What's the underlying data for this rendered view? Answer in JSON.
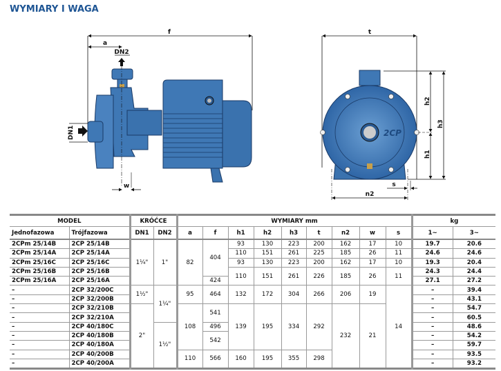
{
  "title": "WYMIARY I WAGA",
  "drawing": {
    "side_view_labels": {
      "f": "f",
      "a": "a",
      "dn2": "DN2",
      "dn1": "DN1",
      "w": "w"
    },
    "front_view_labels": {
      "t": "t",
      "h2": "h2",
      "h3": "h3",
      "h1": "h1",
      "s": "s",
      "n2": "n2",
      "logo": "2CP"
    },
    "colors": {
      "pump_blue": "#3f78b5",
      "pump_dark": "#2a5a92",
      "brass": "#c8a04a"
    }
  },
  "table": {
    "group_headers": {
      "model": "MODEL",
      "krocce": "KRÓĆCE",
      "wymiary": "WYMIARY mm",
      "kg": "kg"
    },
    "columns": [
      "Jednofazowa",
      "Trójfazowa",
      "DN1",
      "DN2",
      "a",
      "f",
      "h1",
      "h2",
      "h3",
      "t",
      "n2",
      "w",
      "s",
      "1~",
      "3~"
    ],
    "jednofazowa": [
      "2CPm 25/14B",
      "2CPm 25/14A",
      "2CPm 25/16C",
      "2CPm 25/16B",
      "2CPm 25/16A",
      "–",
      "–",
      "–",
      "–",
      "–",
      "–",
      "–",
      "–",
      "–"
    ],
    "trojfazowa": [
      "2CP 25/14B",
      "2CP 25/14A",
      "2CP 25/16C",
      "2CP 25/16B",
      "2CP 25/16A",
      "2CP 32/200C",
      "2CP 32/200B",
      "2CP 32/210B",
      "2CP 32/210A",
      "2CP 40/180C",
      "2CP 40/180B",
      "2CP 40/180A",
      "2CP 40/200B",
      "2CP 40/200A"
    ],
    "merged": {
      "DN1": [
        [
          "1¼\"",
          5
        ],
        [
          "1½\"",
          2
        ],
        [
          "2\"",
          7
        ]
      ],
      "DN2": [
        [
          "1\"",
          5
        ],
        [
          "1¼\"",
          4
        ],
        [
          "1½\"",
          5
        ]
      ],
      "a": [
        [
          "82",
          5
        ],
        [
          "95",
          2
        ],
        [
          "108",
          5
        ],
        [
          "110",
          2
        ]
      ],
      "f": [
        [
          "404",
          4
        ],
        [
          "424",
          1
        ],
        [
          "464",
          2
        ],
        [
          "541",
          2
        ],
        [
          "496",
          1
        ],
        [
          "542",
          2
        ],
        [
          "566",
          2
        ]
      ],
      "h1": [
        [
          "93",
          1
        ],
        [
          "110",
          1
        ],
        [
          "93",
          1
        ],
        [
          "110",
          2
        ],
        [
          "132",
          2
        ],
        [
          "139",
          5
        ],
        [
          "160",
          2
        ]
      ],
      "h2": [
        [
          "130",
          1
        ],
        [
          "151",
          1
        ],
        [
          "130",
          1
        ],
        [
          "151",
          2
        ],
        [
          "172",
          2
        ],
        [
          "195",
          5
        ],
        [
          "195",
          2
        ]
      ],
      "h3": [
        [
          "223",
          1
        ],
        [
          "261",
          1
        ],
        [
          "223",
          1
        ],
        [
          "261",
          2
        ],
        [
          "304",
          2
        ],
        [
          "334",
          5
        ],
        [
          "355",
          2
        ]
      ],
      "t": [
        [
          "200",
          1
        ],
        [
          "225",
          1
        ],
        [
          "200",
          1
        ],
        [
          "226",
          2
        ],
        [
          "266",
          2
        ],
        [
          "292",
          5
        ],
        [
          "298",
          2
        ]
      ],
      "n2": [
        [
          "162",
          1
        ],
        [
          "185",
          1
        ],
        [
          "162",
          1
        ],
        [
          "185",
          2
        ],
        [
          "206",
          2
        ],
        [
          "232",
          7
        ]
      ],
      "w": [
        [
          "17",
          1
        ],
        [
          "26",
          1
        ],
        [
          "17",
          1
        ],
        [
          "26",
          2
        ],
        [
          "19",
          2
        ],
        [
          "21",
          7
        ]
      ],
      "s": [
        [
          "10",
          1
        ],
        [
          "11",
          1
        ],
        [
          "10",
          1
        ],
        [
          "11",
          2
        ],
        [
          "14",
          9
        ]
      ]
    },
    "kg_1": [
      "19.7",
      "24.6",
      "19.3",
      "24.3",
      "27.1",
      "–",
      "–",
      "–",
      "–",
      "–",
      "–",
      "–",
      "–",
      "–"
    ],
    "kg_3": [
      "20.6",
      "24.6",
      "20.4",
      "24.4",
      "27.2",
      "39.4",
      "43.1",
      "54.7",
      "60.5",
      "48.6",
      "54.2",
      "59.7",
      "93.5",
      "93.2"
    ]
  }
}
